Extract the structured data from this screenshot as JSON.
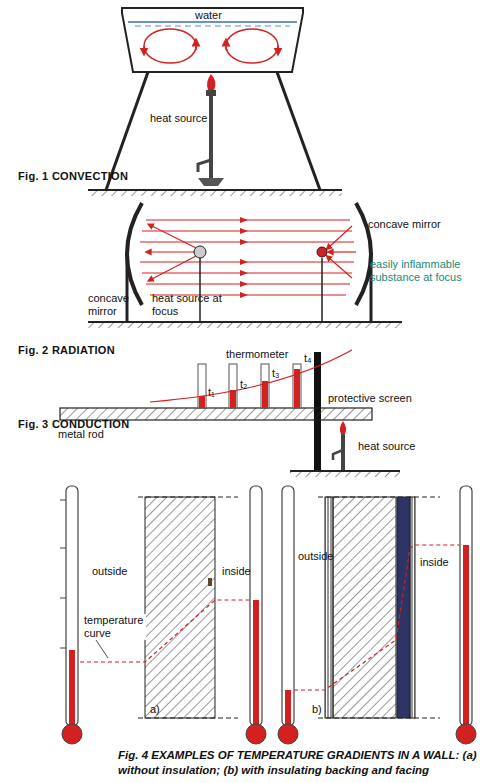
{
  "diagram": {
    "caption": "Fig. 4 EXAMPLES OF TEMPERATURE GRADIENTS IN A WALL: (a) without insulation; (b) with insulating backing and facing",
    "labels": [
      "water",
      "heat source",
      "Fig. 1 CONVECTION",
      "concave mirror",
      "easily inflammable substance at focus",
      "concave mirror",
      "heat source at focus",
      "Fig. 2 RADIATION",
      "thermometer",
      "t₁",
      "t₂",
      "t₃",
      "t₄",
      "protective screen",
      "Fig. 3 CONDUCTION",
      "metal rod",
      "heat source",
      "outside",
      "inside",
      "temperature curve",
      "a)",
      "outside",
      "inside",
      "b)"
    ]
  }
}
